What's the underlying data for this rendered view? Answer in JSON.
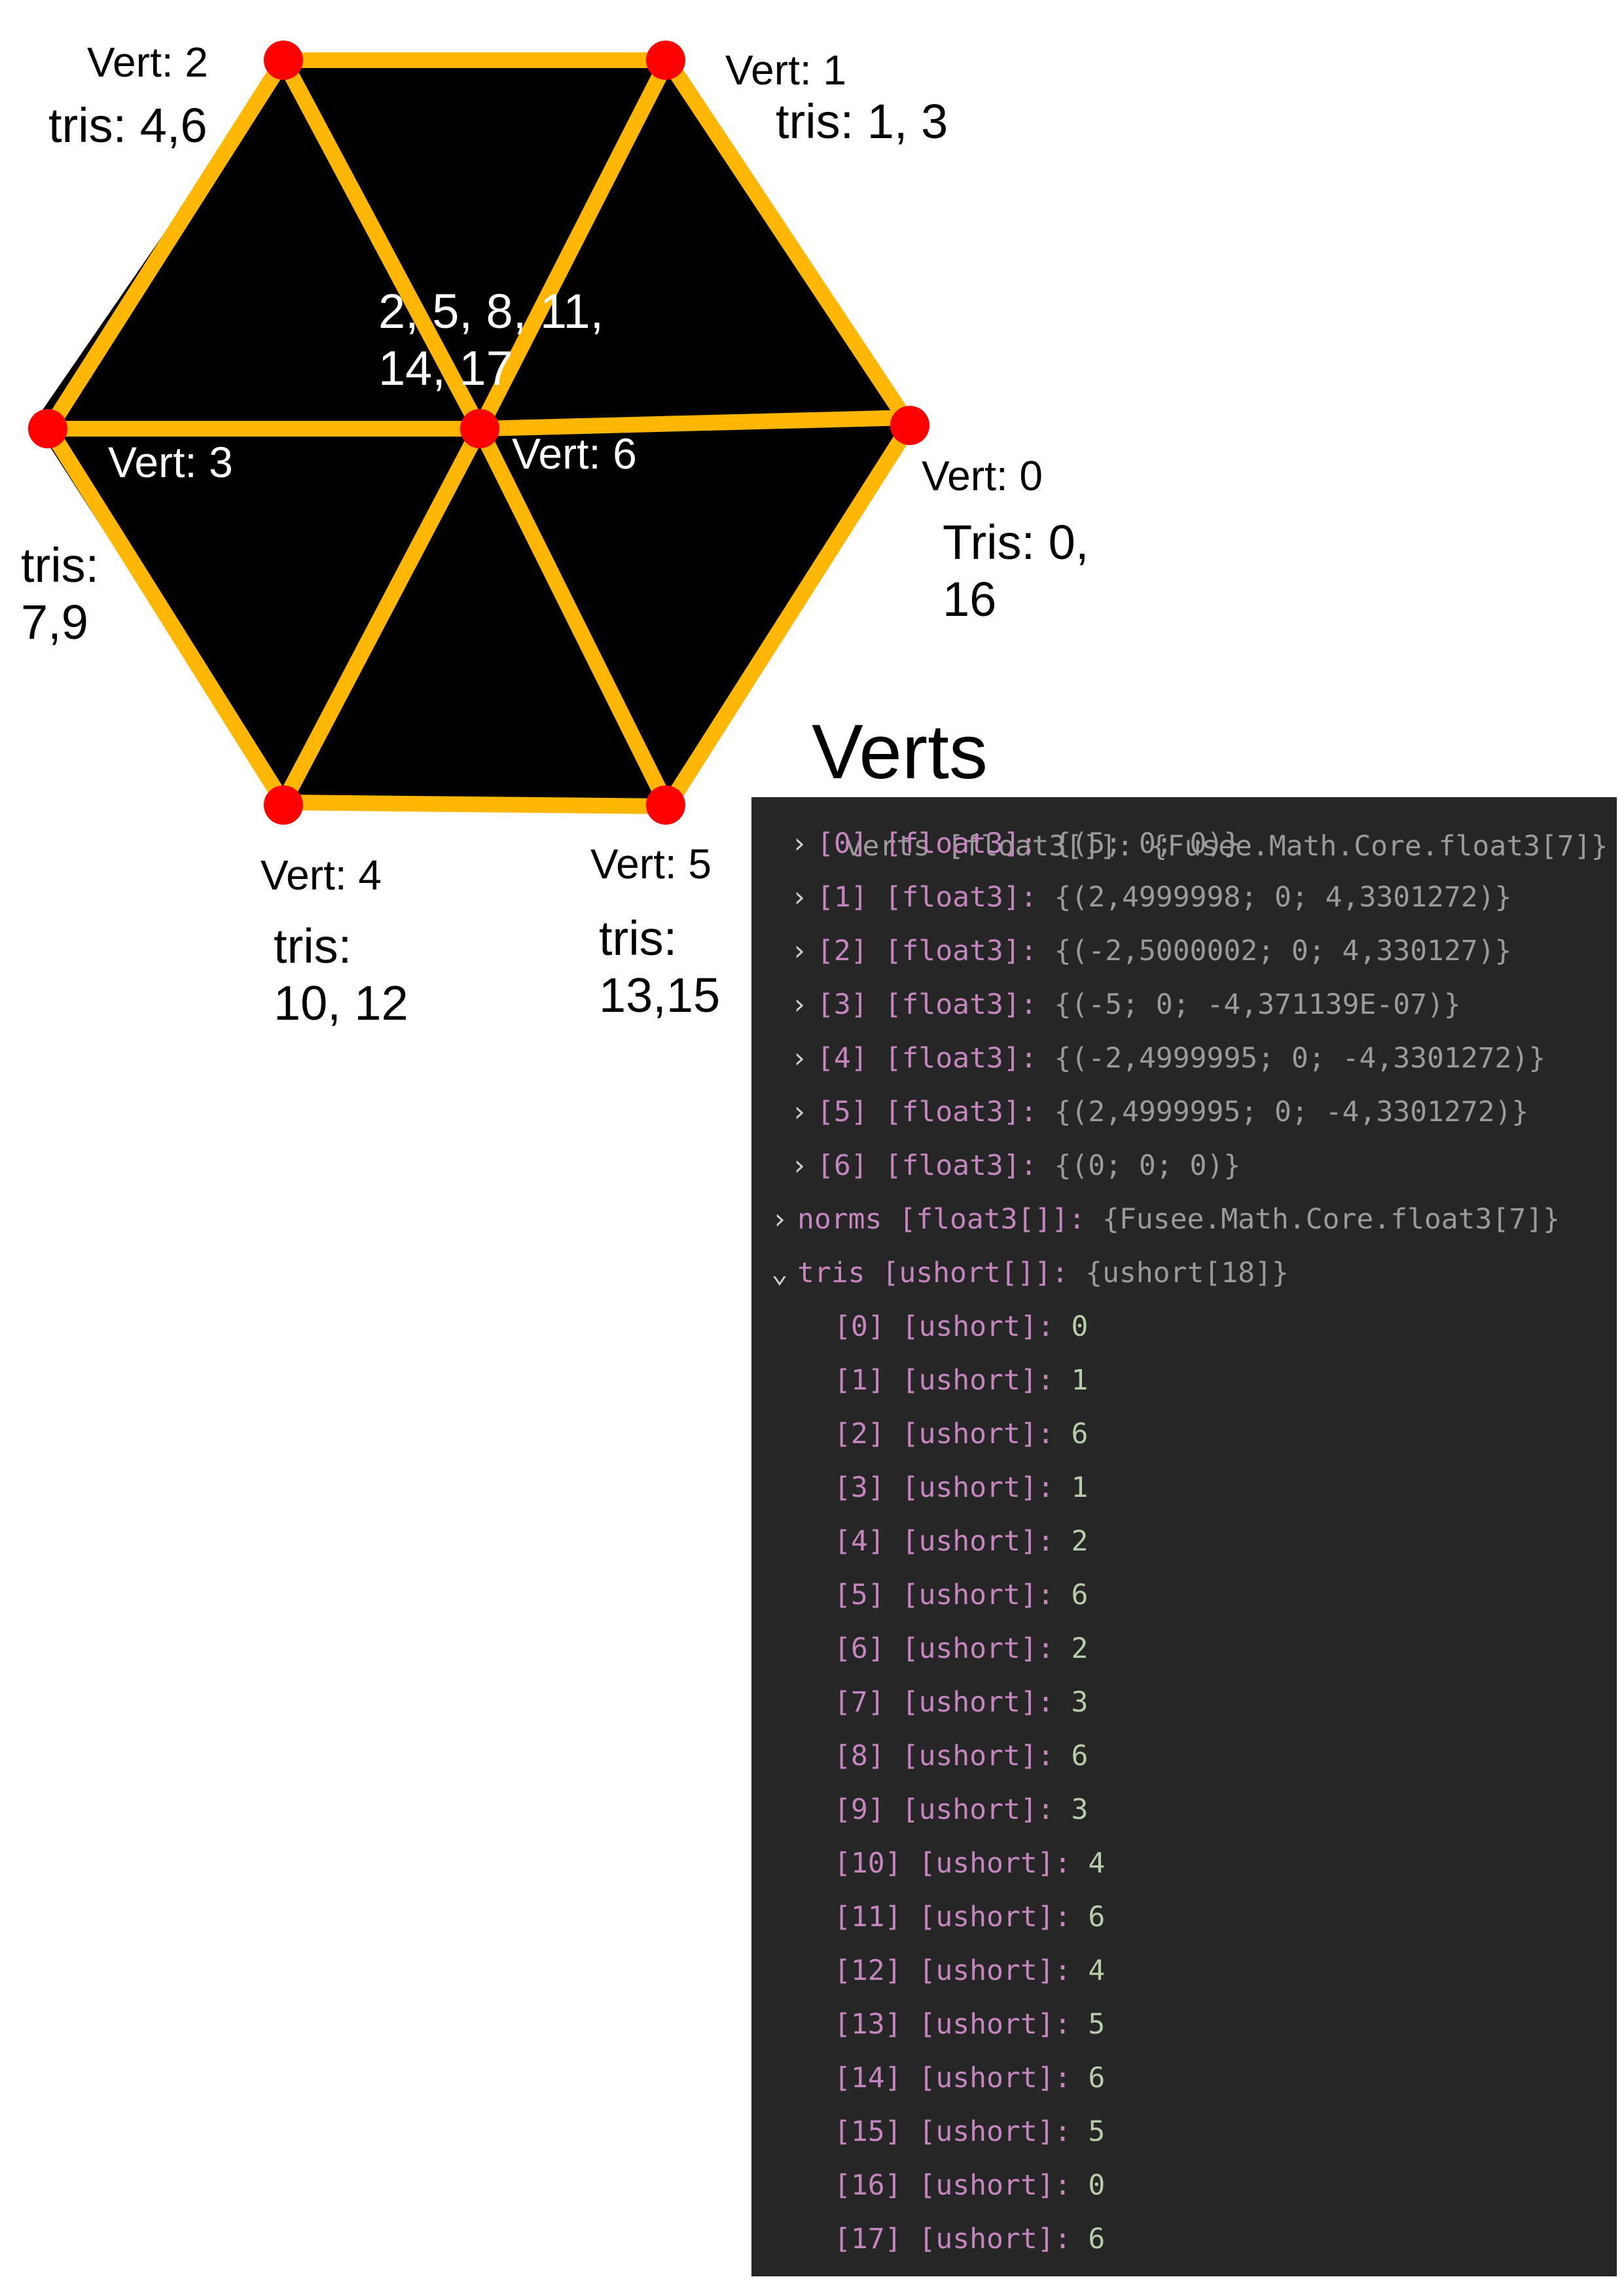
{
  "diagram": {
    "colors": {
      "fill": "#000000",
      "edge": "#ffb703",
      "vertex": "#ff0000"
    },
    "labels": {
      "vert2": "Vert: 2",
      "tris2": "tris: 4,6",
      "vert1": "Vert: 1",
      "tris1": "tris: 1, 3",
      "center_tris": "2, 5, 8, 11,\n14, 17",
      "vert3": "Vert: 3",
      "vert6": "Vert: 6",
      "vert0": "Vert: 0",
      "tris0": "Tris: 0,\n16",
      "tris3": "tris:\n7,9",
      "vert4": "Vert: 4",
      "tris4": "tris:\n10, 12",
      "vert5": "Vert: 5",
      "tris5": "tris:\n13,15"
    }
  },
  "heading": "Verts",
  "debug": {
    "cut_row": "verts [float3[]]: {Fusee.Math.Core.float3[7]}",
    "vertices": [
      {
        "index": "[0]",
        "type": "[float3]:",
        "value": "{(5; 0; 0)}"
      },
      {
        "index": "[1]",
        "type": "[float3]:",
        "value": "{(2,4999998; 0; 4,3301272)}"
      },
      {
        "index": "[2]",
        "type": "[float3]:",
        "value": "{(-2,5000002; 0; 4,330127)}"
      },
      {
        "index": "[3]",
        "type": "[float3]:",
        "value": "{(-5; 0; -4,371139E-07)}"
      },
      {
        "index": "[4]",
        "type": "[float3]:",
        "value": "{(-2,4999995; 0; -4,3301272)}"
      },
      {
        "index": "[5]",
        "type": "[float3]:",
        "value": "{(2,4999995; 0; -4,3301272)}"
      },
      {
        "index": "[6]",
        "type": "[float3]:",
        "value": "{(0; 0; 0)}"
      }
    ],
    "norms": {
      "name": "norms",
      "type": "[float3[]]:",
      "value": "{Fusee.Math.Core.float3[7]}"
    },
    "tris_header": {
      "name": "tris",
      "type": "[ushort[]]:",
      "value": "{ushort[18]}"
    },
    "tris": [
      {
        "index": "[0]",
        "type": "[ushort]:",
        "value": "0"
      },
      {
        "index": "[1]",
        "type": "[ushort]:",
        "value": "1"
      },
      {
        "index": "[2]",
        "type": "[ushort]:",
        "value": "6"
      },
      {
        "index": "[3]",
        "type": "[ushort]:",
        "value": "1"
      },
      {
        "index": "[4]",
        "type": "[ushort]:",
        "value": "2"
      },
      {
        "index": "[5]",
        "type": "[ushort]:",
        "value": "6"
      },
      {
        "index": "[6]",
        "type": "[ushort]:",
        "value": "2"
      },
      {
        "index": "[7]",
        "type": "[ushort]:",
        "value": "3"
      },
      {
        "index": "[8]",
        "type": "[ushort]:",
        "value": "6"
      },
      {
        "index": "[9]",
        "type": "[ushort]:",
        "value": "3"
      },
      {
        "index": "[10]",
        "type": "[ushort]:",
        "value": "4"
      },
      {
        "index": "[11]",
        "type": "[ushort]:",
        "value": "6"
      },
      {
        "index": "[12]",
        "type": "[ushort]:",
        "value": "4"
      },
      {
        "index": "[13]",
        "type": "[ushort]:",
        "value": "5"
      },
      {
        "index": "[14]",
        "type": "[ushort]:",
        "value": "6"
      },
      {
        "index": "[15]",
        "type": "[ushort]:",
        "value": "5"
      },
      {
        "index": "[16]",
        "type": "[ushort]:",
        "value": "0"
      },
      {
        "index": "[17]",
        "type": "[ushort]:",
        "value": "6"
      }
    ],
    "icons": {
      "collapsed": "chevron-right-icon",
      "expanded": "chevron-down-icon"
    }
  }
}
